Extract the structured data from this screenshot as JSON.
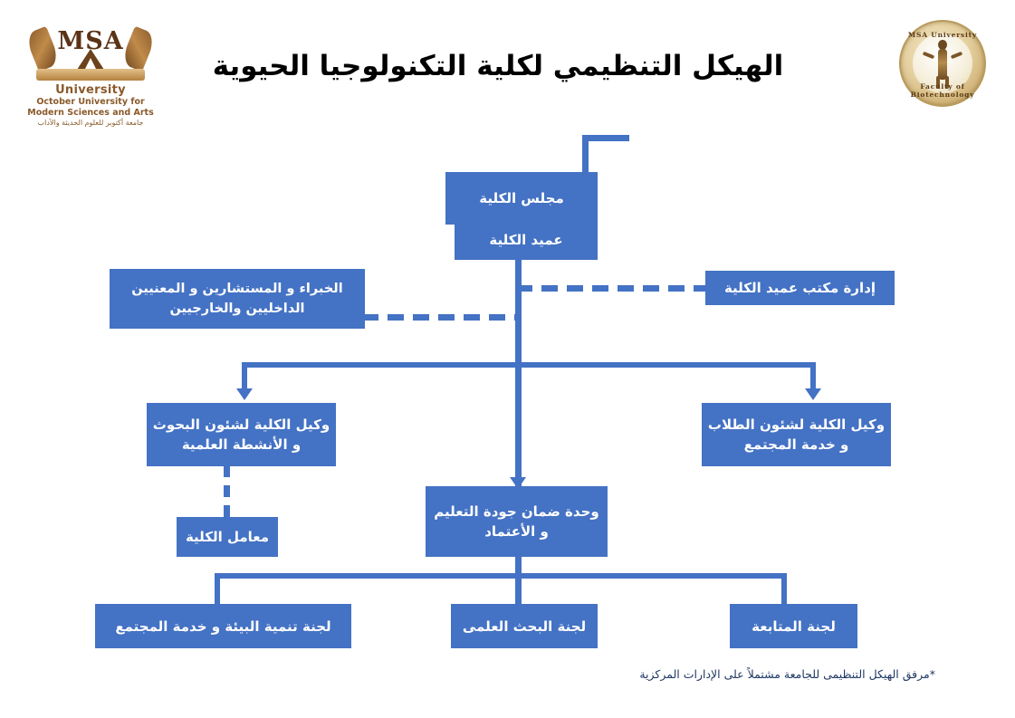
{
  "page": {
    "title": "الهيكل التنظيمي لكلية التكنولوجيا الحيوية",
    "footnote": "*مرفق الهيكل التنظيمى للجامعة مشتملاً على الإدارات المركزية",
    "accent_color": "#4472C4",
    "box_text_color": "#FFFFFF",
    "title_color": "#000000",
    "footnote_color": "#1F3864",
    "logo_brown": "#8A5A2B"
  },
  "logos": {
    "left": {
      "monogram": "MSA",
      "line1": "University",
      "line2": "October University for",
      "line3": "Modern Sciences and Arts",
      "line4": "جامعة أكتوبر للعلوم الحديثة والآداب"
    },
    "right": {
      "top_text": "MSA University",
      "bottom_text": "Faculty of Biotechnology"
    }
  },
  "nodes": [
    {
      "id": "faculty-council",
      "label": "مجلس الكلية"
    },
    {
      "id": "dean",
      "label": "عميد الكلية"
    },
    {
      "id": "experts",
      "label": "الخبراء و المستشارين و المعنيين الداخليين والخارجيين"
    },
    {
      "id": "dean-office-admin",
      "label": "إدارة مكتب عميد الكلية"
    },
    {
      "id": "vice-dean-research",
      "label": "وكيل الكلية لشئون البحوث و الأنشطة العلمية"
    },
    {
      "id": "vice-dean-students",
      "label": "وكيل الكلية لشئون الطلاب و خدمة المجتمع"
    },
    {
      "id": "quality-unit",
      "label": "وحدة ضمان جودة التعليم و الأعتماد"
    },
    {
      "id": "faculty-labs",
      "label": "معامل الكلية"
    },
    {
      "id": "committee-environment",
      "label": "لجنة تنمية البيئة و خدمة المجتمع"
    },
    {
      "id": "committee-research",
      "label": "لجنة البحث العلمى"
    },
    {
      "id": "committee-followup",
      "label": "لجنة المتابعة"
    }
  ]
}
